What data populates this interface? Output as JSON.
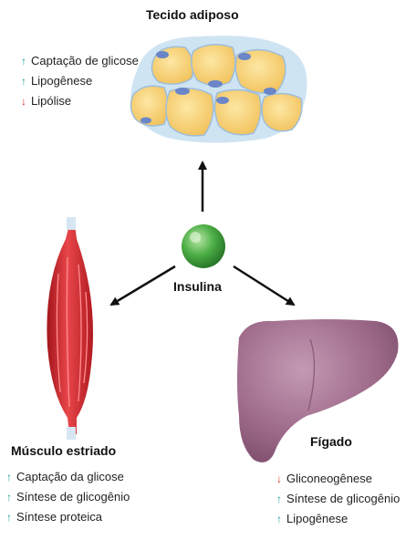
{
  "colors": {
    "up": "#1aa39a",
    "down": "#d8322f",
    "arrow_line": "#111111"
  },
  "hormone": {
    "label": "Insulina",
    "color": "#3aa93c"
  },
  "tissues": {
    "adipose": {
      "title": "Tecido adiposo",
      "effects": [
        {
          "direction": "up",
          "icon": "up-arrow-icon",
          "text": "Captação de glicose"
        },
        {
          "direction": "up",
          "icon": "up-arrow-icon",
          "text": "Lipogênese"
        },
        {
          "direction": "down",
          "icon": "down-arrow-icon",
          "text": "Lipólise"
        }
      ]
    },
    "muscle": {
      "title": "Músculo estriado",
      "effects": [
        {
          "direction": "up",
          "icon": "up-arrow-icon",
          "text": "Captação da glicose"
        },
        {
          "direction": "up",
          "icon": "up-arrow-icon",
          "text": "Síntese de glicogênio"
        },
        {
          "direction": "up",
          "icon": "up-arrow-icon",
          "text": "Síntese proteica"
        }
      ]
    },
    "liver": {
      "title": "Fígado",
      "effects": [
        {
          "direction": "down",
          "icon": "down-arrow-icon",
          "text": "Gliconeogênese"
        },
        {
          "direction": "up",
          "icon": "up-arrow-icon",
          "text": "Síntese de glicogênio"
        },
        {
          "direction": "up",
          "icon": "up-arrow-icon",
          "text": "Lipogênese"
        }
      ]
    }
  }
}
